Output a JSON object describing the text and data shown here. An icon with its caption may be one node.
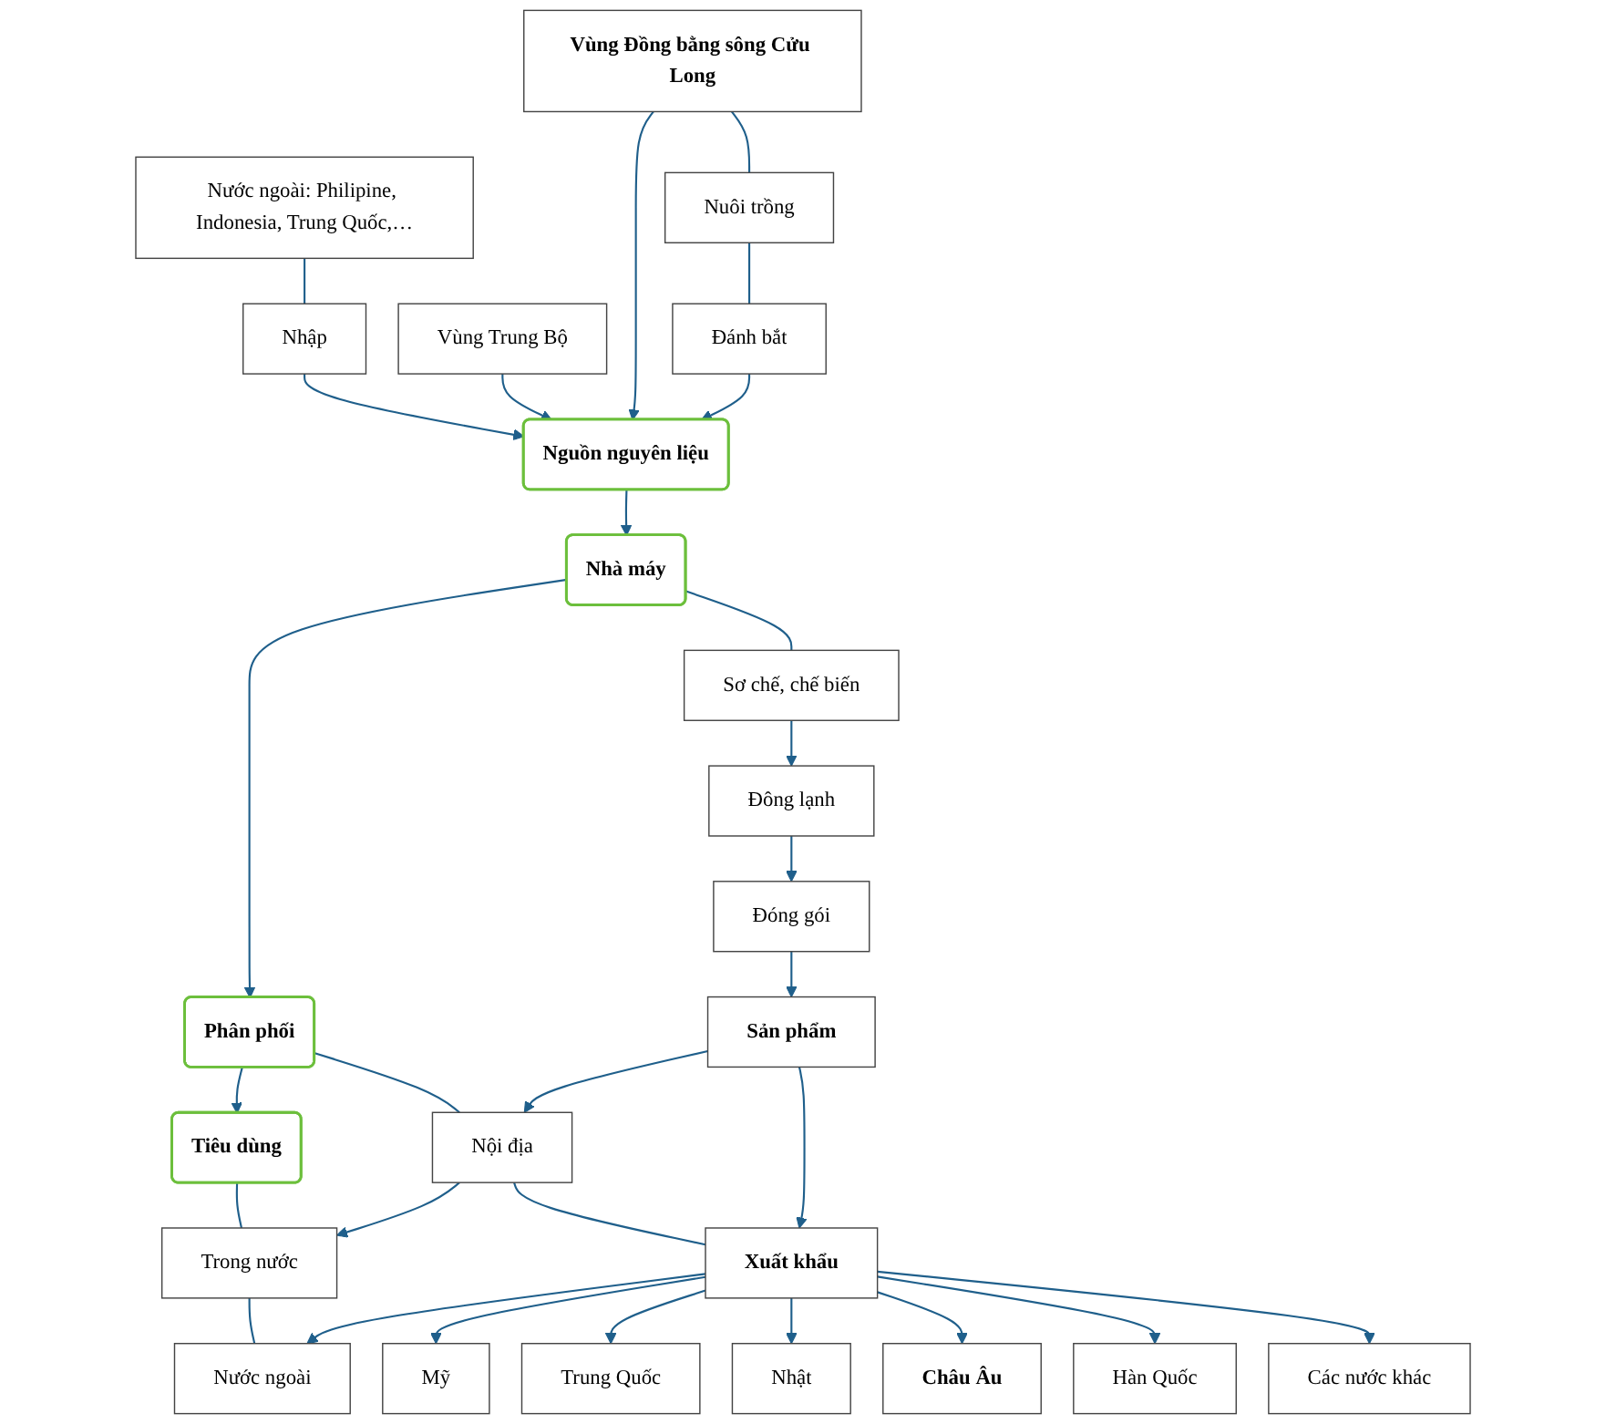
{
  "diagram": {
    "nodes": [
      {
        "text": [
          "Nguồn nguyên liệu"
        ]
      },
      {
        "text": [
          "Nhà máy"
        ]
      },
      {
        "text": [
          "Phân phối"
        ]
      },
      {
        "text": [
          "Tiêu dùng"
        ]
      },
      {
        "text": [
          "Đánh bắt"
        ]
      },
      {
        "text": [
          "Nuôi trồng"
        ]
      },
      {
        "text": [
          "Vùng Đồng bằng sông Cửu Long"
        ]
      },
      {
        "text": [
          "Vùng Trung Bộ"
        ]
      },
      {
        "text": [
          "Nhập"
        ]
      },
      {
        "text": [
          "Nước ngoài: Philipine, Indonesia, Trung Quốc,…"
        ]
      },
      {
        "text": [
          "Sơ chế, chế biến"
        ]
      },
      {
        "text": [
          "Đông lạnh"
        ]
      },
      {
        "text": [
          "Đóng gói"
        ]
      },
      {
        "text": [
          "Sản phẩm"
        ]
      },
      {
        "text": [
          "Nội địa"
        ]
      },
      {
        "text": [
          "Xuất khẩu"
        ]
      },
      {
        "text": [
          "Trong nước"
        ]
      },
      {
        "text": [
          "Nước ngoài"
        ]
      },
      {
        "text": [
          "Mỹ"
        ]
      },
      {
        "text": [
          "Trung Quốc"
        ]
      },
      {
        "text": [
          "Nhật"
        ]
      },
      {
        "text": [
          "Châu Âu"
        ]
      },
      {
        "text": [
          "Hàn Quốc"
        ]
      },
      {
        "text": [
          "Các nước khác"
        ]
      }
    ],
    "edges": [
      {
        "from": 0,
        "to": 1,
        "arrow": "to"
      },
      {
        "from": 1,
        "to": 2,
        "arrow": "to"
      },
      {
        "from": 2,
        "to": 3,
        "arrow": "to"
      },
      {
        "from": 4,
        "to": 0,
        "arrow": "to"
      },
      {
        "from": 5,
        "to": 4,
        "arrow": "none"
      },
      {
        "from": 6,
        "to": 5,
        "arrow": "none"
      },
      {
        "from": 6,
        "to": 0,
        "arrow": "to"
      },
      {
        "from": 7,
        "to": 0,
        "arrow": "to"
      },
      {
        "from": 8,
        "to": 0,
        "arrow": "to"
      },
      {
        "from": 9,
        "to": 8,
        "arrow": "none"
      },
      {
        "from": 1,
        "to": 10,
        "arrow": "none"
      },
      {
        "from": 10,
        "to": 11,
        "arrow": "to"
      },
      {
        "from": 11,
        "to": 12,
        "arrow": "to"
      },
      {
        "from": 12,
        "to": 13,
        "arrow": "to"
      },
      {
        "from": 13,
        "to": 14,
        "arrow": "to"
      },
      {
        "from": 13,
        "to": 15,
        "arrow": "to"
      },
      {
        "from": 2,
        "to": 14,
        "arrow": "none"
      },
      {
        "from": 14,
        "to": 15,
        "arrow": "none"
      },
      {
        "from": 14,
        "to": 16,
        "arrow": "to"
      },
      {
        "from": 15,
        "to": 17,
        "arrow": "to"
      },
      {
        "from": 3,
        "to": 16,
        "arrow": "none"
      },
      {
        "from": 16,
        "to": 17,
        "arrow": "none"
      },
      {
        "from": 15,
        "to": 18,
        "arrow": "to"
      },
      {
        "from": 15,
        "to": 19,
        "arrow": "to"
      },
      {
        "from": 15,
        "to": 20,
        "arrow": "to"
      },
      {
        "from": 15,
        "to": 21,
        "arrow": "to"
      },
      {
        "from": 15,
        "to": 22,
        "arrow": "to"
      },
      {
        "from": 15,
        "to": 23,
        "arrow": "to"
      }
    ]
  }
}
